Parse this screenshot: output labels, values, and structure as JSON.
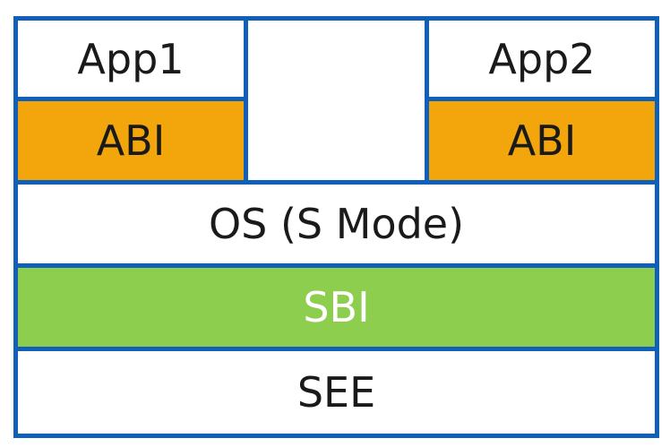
{
  "diagram": {
    "colors": {
      "border_blue": "#1060B8",
      "abi_orange": "#F2A60C",
      "sbi_green": "#8DCE4F",
      "box_white": "#FFFFFF",
      "text_dark": "#1A1A1A",
      "text_light": "#FFFFFF"
    },
    "boxes": {
      "app1": {
        "label": "App1"
      },
      "app2": {
        "label": "App2"
      },
      "abi_left": {
        "label": "ABI"
      },
      "abi_right": {
        "label": "ABI"
      },
      "os": {
        "label": "OS (S Mode)"
      },
      "sbi": {
        "label": "SBI"
      },
      "see": {
        "label": "SEE"
      }
    }
  }
}
